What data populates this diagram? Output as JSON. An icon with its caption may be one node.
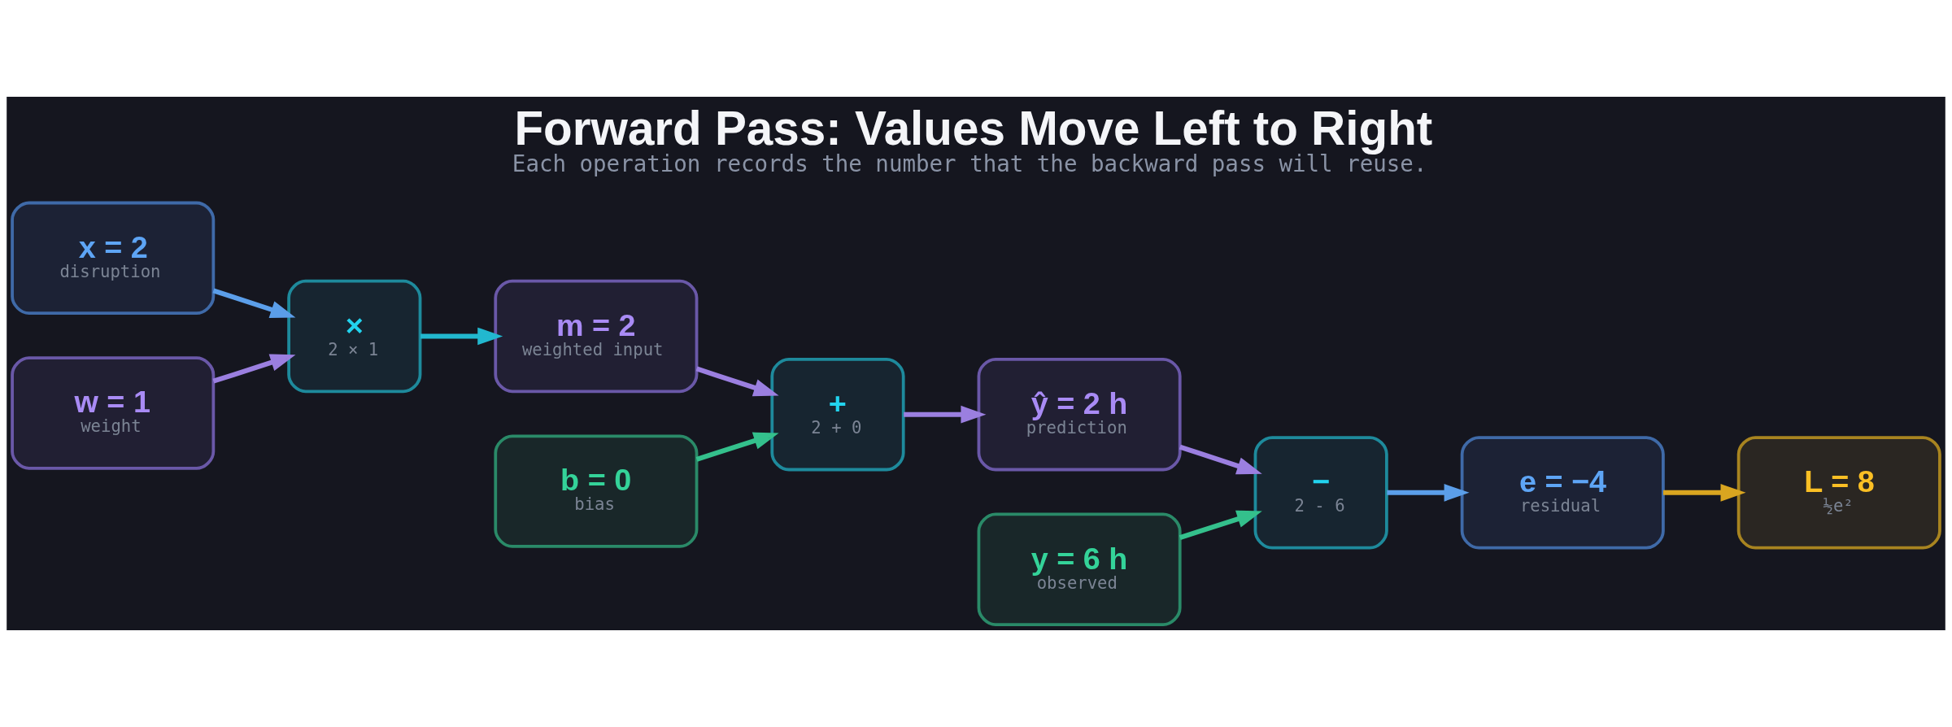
{
  "diagram": {
    "title": "Forward Pass: Values Move Left to Right",
    "caption": "Each operation records the number that the backward pass will reuse.",
    "nodes": [
      {
        "text": [
          "x = 2",
          "disruption"
        ]
      },
      {
        "text": [
          "w = 1",
          "weight"
        ]
      },
      {
        "text": [
          "×",
          "2 × 1"
        ]
      },
      {
        "text": [
          "m = 2",
          "weighted input"
        ]
      },
      {
        "text": [
          "b = 0",
          "bias"
        ]
      },
      {
        "text": [
          "+",
          "2 + 0"
        ]
      },
      {
        "text": [
          "ŷ = 2 h",
          "prediction"
        ]
      },
      {
        "text": [
          "y = 6 h",
          "observed"
        ]
      },
      {
        "text": [
          "−",
          "2 - 6"
        ]
      },
      {
        "text": [
          "e = −4",
          "residual"
        ]
      },
      {
        "text": [
          "L = 8",
          "½e²"
        ]
      }
    ],
    "edges": [
      {
        "from": 0,
        "to": 2,
        "arrow": "to",
        "color": "#5b9ee9"
      },
      {
        "from": 1,
        "to": 2,
        "arrow": "to",
        "color": "#9b7fe0"
      },
      {
        "from": 2,
        "to": 3,
        "arrow": "to",
        "color": "#22b8cf"
      },
      {
        "from": 3,
        "to": 5,
        "arrow": "to",
        "color": "#9b7fe0"
      },
      {
        "from": 4,
        "to": 5,
        "arrow": "to",
        "color": "#34c08c"
      },
      {
        "from": 5,
        "to": 6,
        "arrow": "to",
        "color": "#9b7fe0"
      },
      {
        "from": 6,
        "to": 8,
        "arrow": "to",
        "color": "#9b7fe0"
      },
      {
        "from": 7,
        "to": 8,
        "arrow": "to",
        "color": "#34c08c"
      },
      {
        "from": 8,
        "to": 9,
        "arrow": "to",
        "color": "#5b9ee9"
      },
      {
        "from": 9,
        "to": 10,
        "arrow": "to",
        "color": "#d9a520"
      }
    ]
  }
}
